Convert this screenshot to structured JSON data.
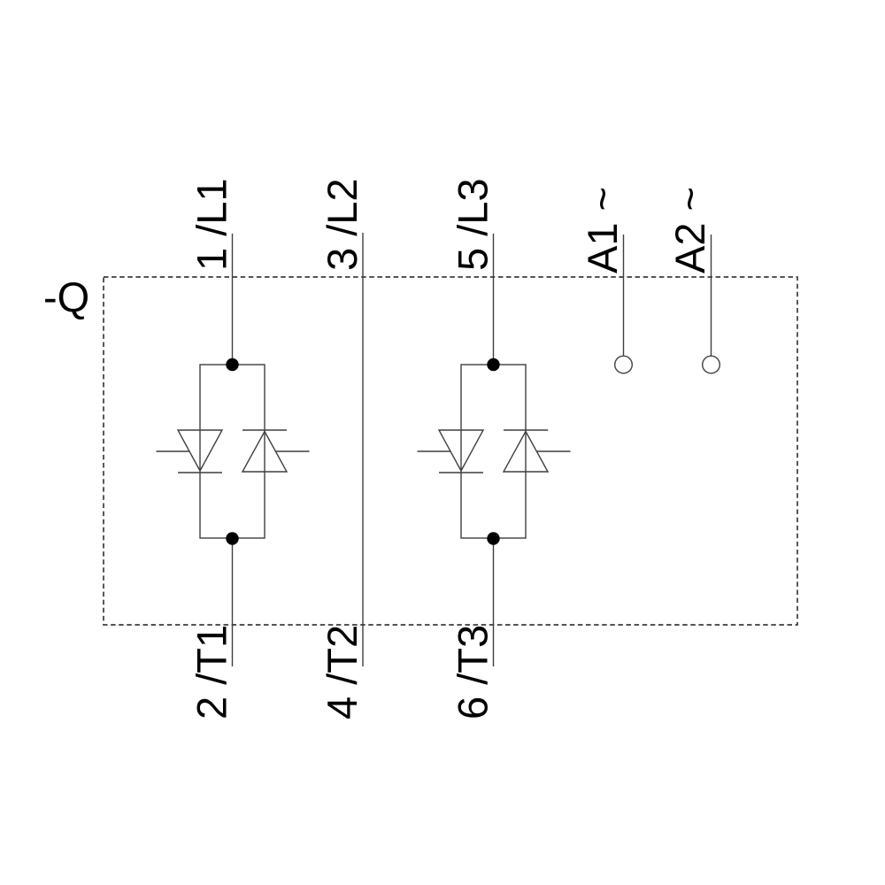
{
  "diagram": {
    "type": "electrical-schematic",
    "description": "Three-phase solid-state switching device (semiconductor contactor) with two antiparallel thyristor pairs and a direct through conductor",
    "device": {
      "label": "-Q"
    },
    "terminals": {
      "top": [
        {
          "id": "1L1",
          "label": "1 /L1"
        },
        {
          "id": "3L2",
          "label": "3 /L2"
        },
        {
          "id": "5L3",
          "label": "5 /L3"
        }
      ],
      "bottom": [
        {
          "id": "2T1",
          "label": "2 /T1"
        },
        {
          "id": "4T2",
          "label": "4 /T2"
        },
        {
          "id": "6T3",
          "label": "6 /T3"
        }
      ],
      "control": [
        {
          "id": "A1",
          "label": "A1 ~"
        },
        {
          "id": "A2",
          "label": "A2 ~"
        }
      ]
    },
    "components": [
      {
        "name": "antiparallel-thyristor-pair",
        "path": "1/L1 to 2/T1"
      },
      {
        "name": "through-conductor",
        "path": "3/L2 to 4/T2"
      },
      {
        "name": "antiparallel-thyristor-pair",
        "path": "5/L3 to 6/T3"
      },
      {
        "name": "control-terminal-open-circle",
        "path": "A1"
      },
      {
        "name": "control-terminal-open-circle",
        "path": "A2"
      }
    ],
    "colors": {
      "line": "#3f3f3f",
      "dashed_boundary": "#3c3c3c",
      "text": "#000000",
      "junction_dot": "#000000",
      "background": "#ffffff"
    }
  }
}
